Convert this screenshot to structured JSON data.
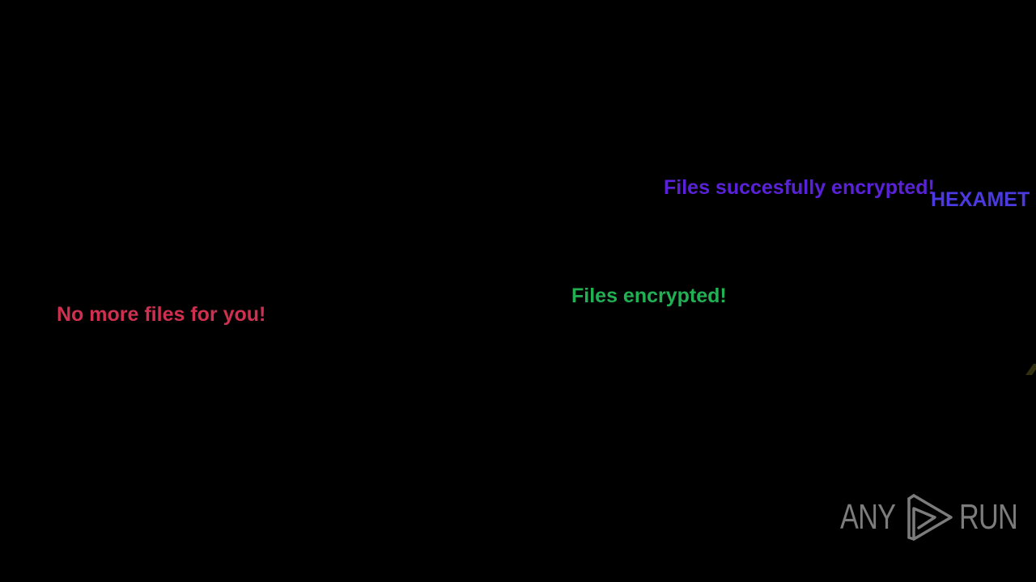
{
  "desktop": {
    "background_color": "#000000",
    "messages": [
      {
        "text": "No more files for you!",
        "color": "#d03050"
      },
      {
        "text": "Files encrypted!",
        "color": "#22b055"
      },
      {
        "text": "Files succesfully encrypted!",
        "color": "#5a22d8"
      },
      {
        "text": "HEXAMET",
        "color": "#4a3ae0"
      }
    ],
    "edge_fragment_color": "#8a8a30"
  },
  "watermark": {
    "left_text": "ANY",
    "right_text": "RUN",
    "logo_icon": "play-triangle-logo",
    "color": "#8a8a8a"
  }
}
